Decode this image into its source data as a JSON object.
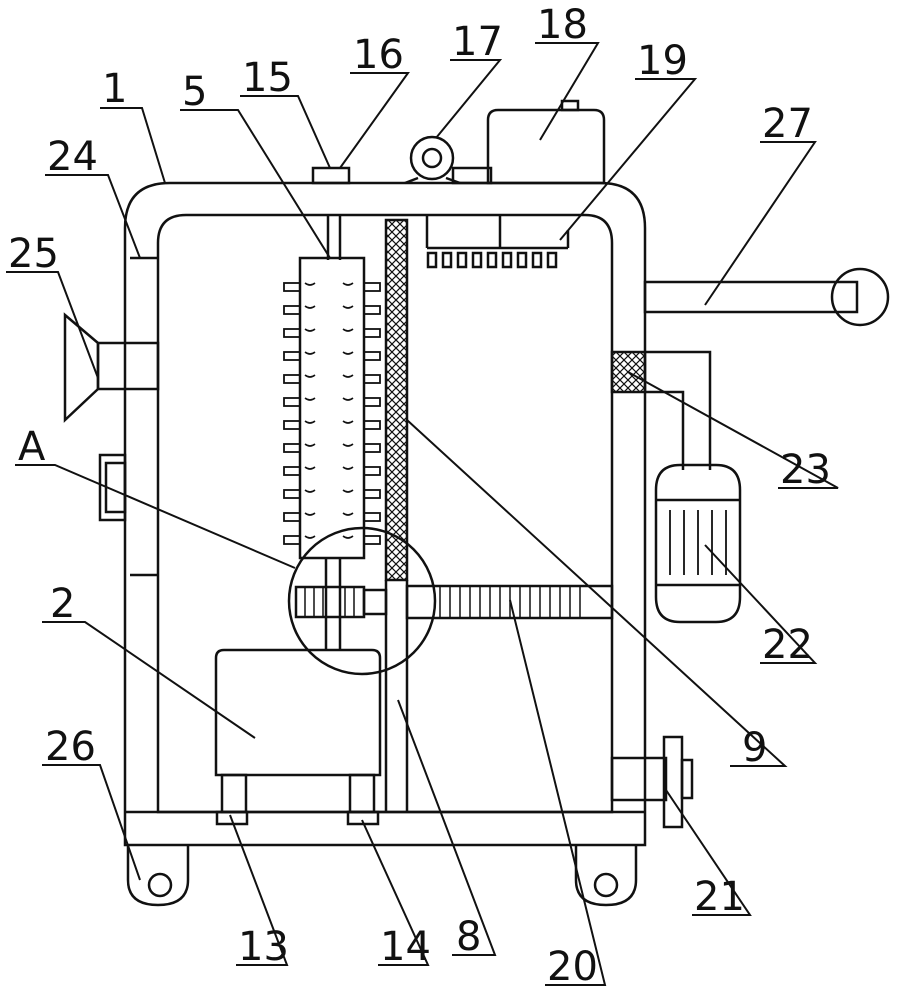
{
  "labels": {
    "l1": "1",
    "l2": "2",
    "l5": "5",
    "l8": "8",
    "l9": "9",
    "l13": "13",
    "l14": "14",
    "l15": "15",
    "l16": "16",
    "l17": "17",
    "l18": "18",
    "l19": "19",
    "l20": "20",
    "l21": "21",
    "l22": "22",
    "l23": "23",
    "l24": "24",
    "l25": "25",
    "l26": "26",
    "l27": "27",
    "lA": "A"
  },
  "colors": {
    "line": "#111111",
    "background": "#ffffff"
  }
}
